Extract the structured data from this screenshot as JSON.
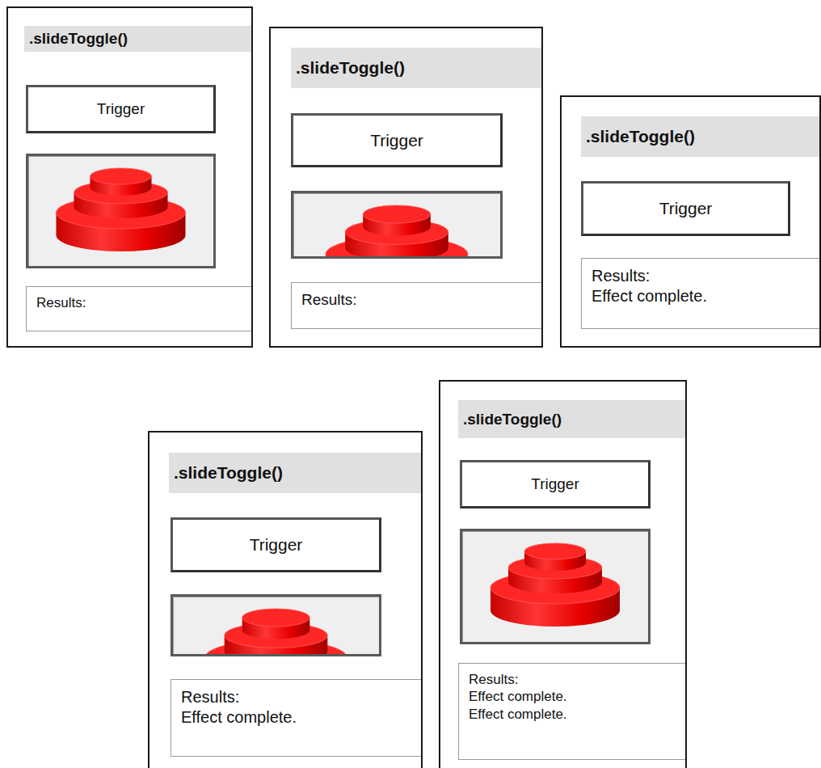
{
  "diagram": {
    "nodes": [
      {
        "text": [
          ".slideToggle()"
        ]
      },
      {
        "text": [
          "Trigger"
        ],
        "in": 0
      },
      {
        "text": [
          "Results:"
        ],
        "in": 0
      },
      {
        "text": [
          ".slideToggle()"
        ]
      },
      {
        "text": [
          "Trigger"
        ],
        "in": 3
      },
      {
        "text": [
          "Results:"
        ],
        "in": 3
      },
      {
        "text": [
          ".slideToggle()"
        ]
      },
      {
        "text": [
          "Trigger"
        ],
        "in": 6
      },
      {
        "text": [
          "Results:",
          "Effect complete."
        ],
        "in": 6
      },
      {
        "text": [
          ".slideToggle()"
        ]
      },
      {
        "text": [
          "Trigger"
        ],
        "in": 9
      },
      {
        "text": [
          "Results:",
          "Effect complete."
        ],
        "in": 9
      },
      {
        "text": [
          ".slideToggle()"
        ]
      },
      {
        "text": [
          "Trigger"
        ],
        "in": 12
      },
      {
        "text": [
          "Results:",
          "Effect complete.",
          "Effect complete."
        ],
        "in": 12
      }
    ]
  }
}
